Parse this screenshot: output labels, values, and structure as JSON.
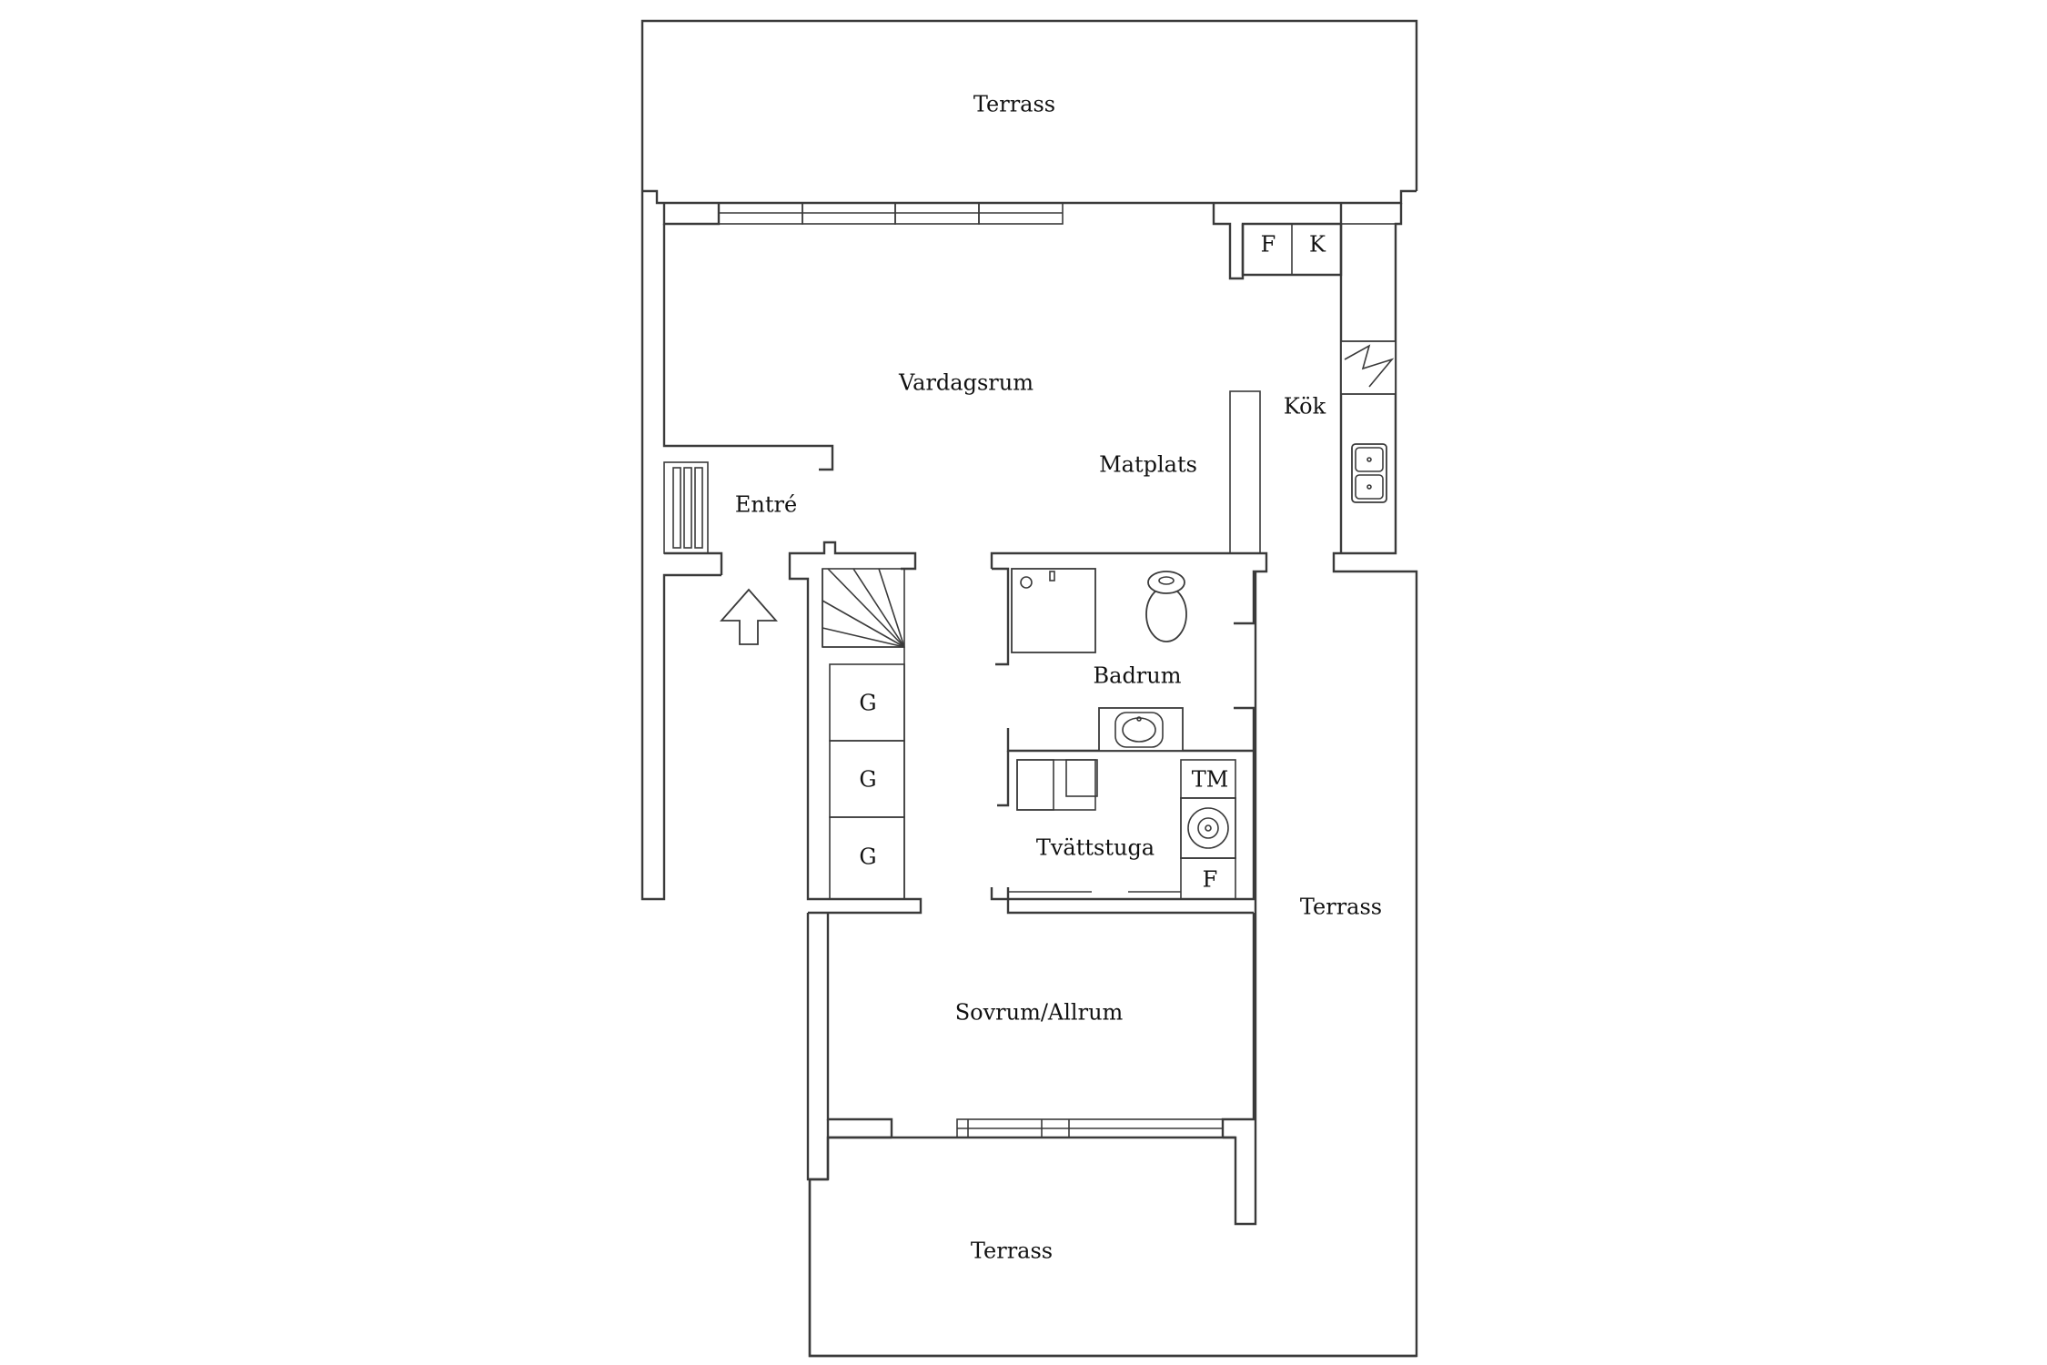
{
  "rooms": {
    "terrace_top": "Terrass",
    "living_room": "Vardagsrum",
    "kitchen": "Kök",
    "dining": "Matplats",
    "entrance": "Entré",
    "bathroom": "Badrum",
    "laundry": "Tvättstuga",
    "bedroom": "Sovrum/Allrum",
    "terrace_right": "Terrass",
    "terrace_bottom": "Terrass"
  },
  "appliances": {
    "fridge_kitchen": "F",
    "freezer_kitchen": "K",
    "washing_machine": "TM",
    "dryer": "F"
  },
  "storage": {
    "wardrobe_1": "G",
    "wardrobe_2": "G",
    "wardrobe_3": "G"
  }
}
